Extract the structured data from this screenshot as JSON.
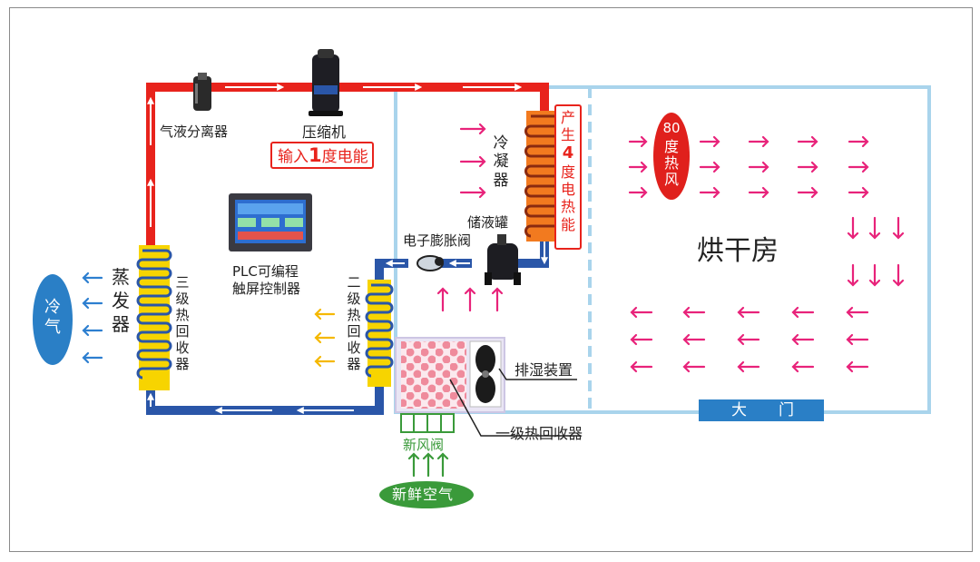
{
  "labels": {
    "separator": "气液分离器",
    "compressor": "压缩机",
    "input_energy_pre": "输入",
    "input_energy_num": "1",
    "input_energy_post": "度电能",
    "condenser": "冷凝器",
    "heat_output_pre": "产生",
    "heat_output_num": "4",
    "heat_output_post": "度电热能",
    "hot_air_num": "80",
    "hot_air_text": "度热风",
    "drying_room": "烘干房",
    "receiver": "储液罐",
    "expansion_valve": "电子膨胀阀",
    "plc_line1": "PLC可编程",
    "plc_line2": "触屏控制器",
    "evaporator": "蒸发器",
    "recovery3": "三级热回收器",
    "recovery2": "二级热回收器",
    "cold_air": "冷气",
    "dehumidifier": "排湿装置",
    "recovery1": "一级热回收器",
    "fresh_air_valve": "新风阀",
    "fresh_air": "新鲜空气",
    "gate_a": "大",
    "gate_b": "门"
  },
  "colors": {
    "hot_pipe": "#e8231c",
    "cold_pipe": "#2a56a8",
    "room_wall": "#a9d4ec",
    "arrow_pink": "#e8237a",
    "arrow_blue": "#2d7fd0",
    "arrow_yellow": "#f5b800",
    "arrow_green": "#3a9a3a",
    "coil_yellow": "#f7d400",
    "gate": "#2a7fc6",
    "hot_air_ellipse": "#e0201c",
    "cold_air_ellipse": "#2a7fc6",
    "fresh_air_ellipse": "#3a9a3a"
  },
  "icons": [
    "compressor-icon",
    "separator-tank-icon",
    "receiver-tank-icon",
    "expansion-valve-icon",
    "plc-screen-icon",
    "dehumidifier-fan-icon",
    "coil-icon",
    "arrow-icon"
  ]
}
